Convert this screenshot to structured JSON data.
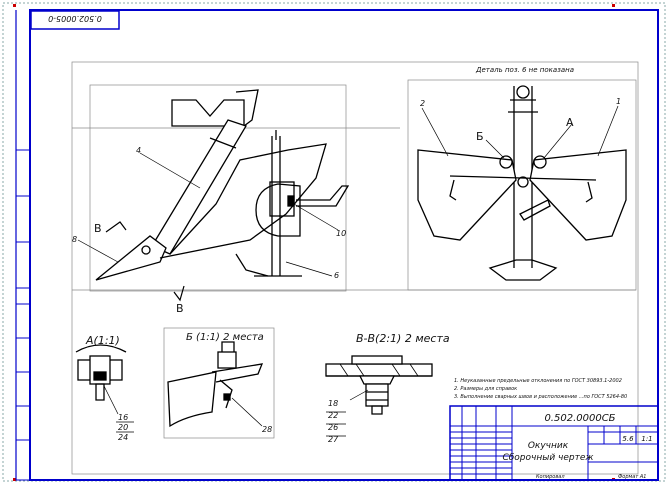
{
  "drawing": {
    "top_stamp": "0.502.0005-0",
    "note_detail_not_shown": "Деталь поз. 6 не показана",
    "section_a_title": "А(1:1)",
    "section_b_title": "Б (1:1) 2 места",
    "section_v_title": "В-В(2:1) 2 места",
    "view_mark_v_left": "В",
    "view_mark_v_bottom": "В",
    "view_mark_a": "А",
    "view_mark_b": "Б",
    "notes": [
      "1. Неуказанные предельные отклонения по ГОСТ 30893.1-2002",
      "2. Размеры для справок",
      "3. Выполнение сварных швов и расположение ...по ГОСТ 5264-80"
    ],
    "callouts": {
      "main_4": "4",
      "main_8": "8",
      "main_10": "10",
      "main_6": "6",
      "right_2": "2",
      "right_1": "1",
      "a_16": "16",
      "a_20": "20",
      "a_24": "24",
      "b_28": "28",
      "v_18": "18",
      "v_22": "22",
      "v_26": "26",
      "v_27": "27"
    }
  },
  "title_block": {
    "designation": "0.502.0000СБ",
    "name_line1": "Окучник",
    "name_line2": "Сборочный чертеж",
    "mass": "5.6",
    "scale": "1:1",
    "footer_left": "Копировал",
    "footer_right": "Формат А1"
  },
  "colors": {
    "frame": "#0000cc",
    "drawing": "#000000",
    "grid": "#8a8a8a"
  }
}
